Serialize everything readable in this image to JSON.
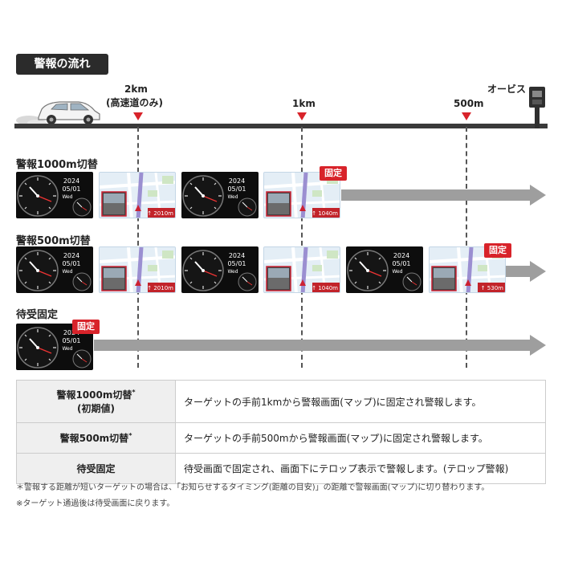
{
  "title": "警報の流れ",
  "destination_label": "オービス",
  "markers": [
    {
      "label": "2km",
      "sub": "(高速道のみ)"
    },
    {
      "label": "1km",
      "sub": ""
    },
    {
      "label": "500m",
      "sub": ""
    }
  ],
  "rows": [
    {
      "label": "警報1000m切替"
    },
    {
      "label": "警報500m切替"
    },
    {
      "label": "待受固定"
    }
  ],
  "badge_label": "固定",
  "clock_screen": {
    "year": "2024",
    "date": "05/01",
    "day": "Wed"
  },
  "map_distances": [
    "2010m",
    "1040m",
    "530m"
  ],
  "table": [
    {
      "mode": "警報1000m切替",
      "mark": "*",
      "mode_sub": "(初期値)",
      "desc": "ターゲットの手前1kmから警報画面(マップ)に固定され警報します。"
    },
    {
      "mode": "警報500m切替",
      "mark": "*",
      "mode_sub": "",
      "desc": "ターゲットの手前500mから警報画面(マップ)に固定され警報します。"
    },
    {
      "mode": "待受固定",
      "mark": "",
      "mode_sub": "",
      "desc": "待受画面で固定され、画面下にテロップ表示で警報します。(テロップ警報)"
    }
  ],
  "notes": [
    "＊警報する距離が短いターゲットの場合は、「お知らせするタイミング(距離の目安)」の距離で警報画面(マップ)に切り替わります。",
    "※ターゲット通過後は待受画面に戻ります。"
  ],
  "colors": {
    "accent_red": "#d8232a",
    "road": "#3a3a3a",
    "arrow": "#9e9e9e"
  }
}
